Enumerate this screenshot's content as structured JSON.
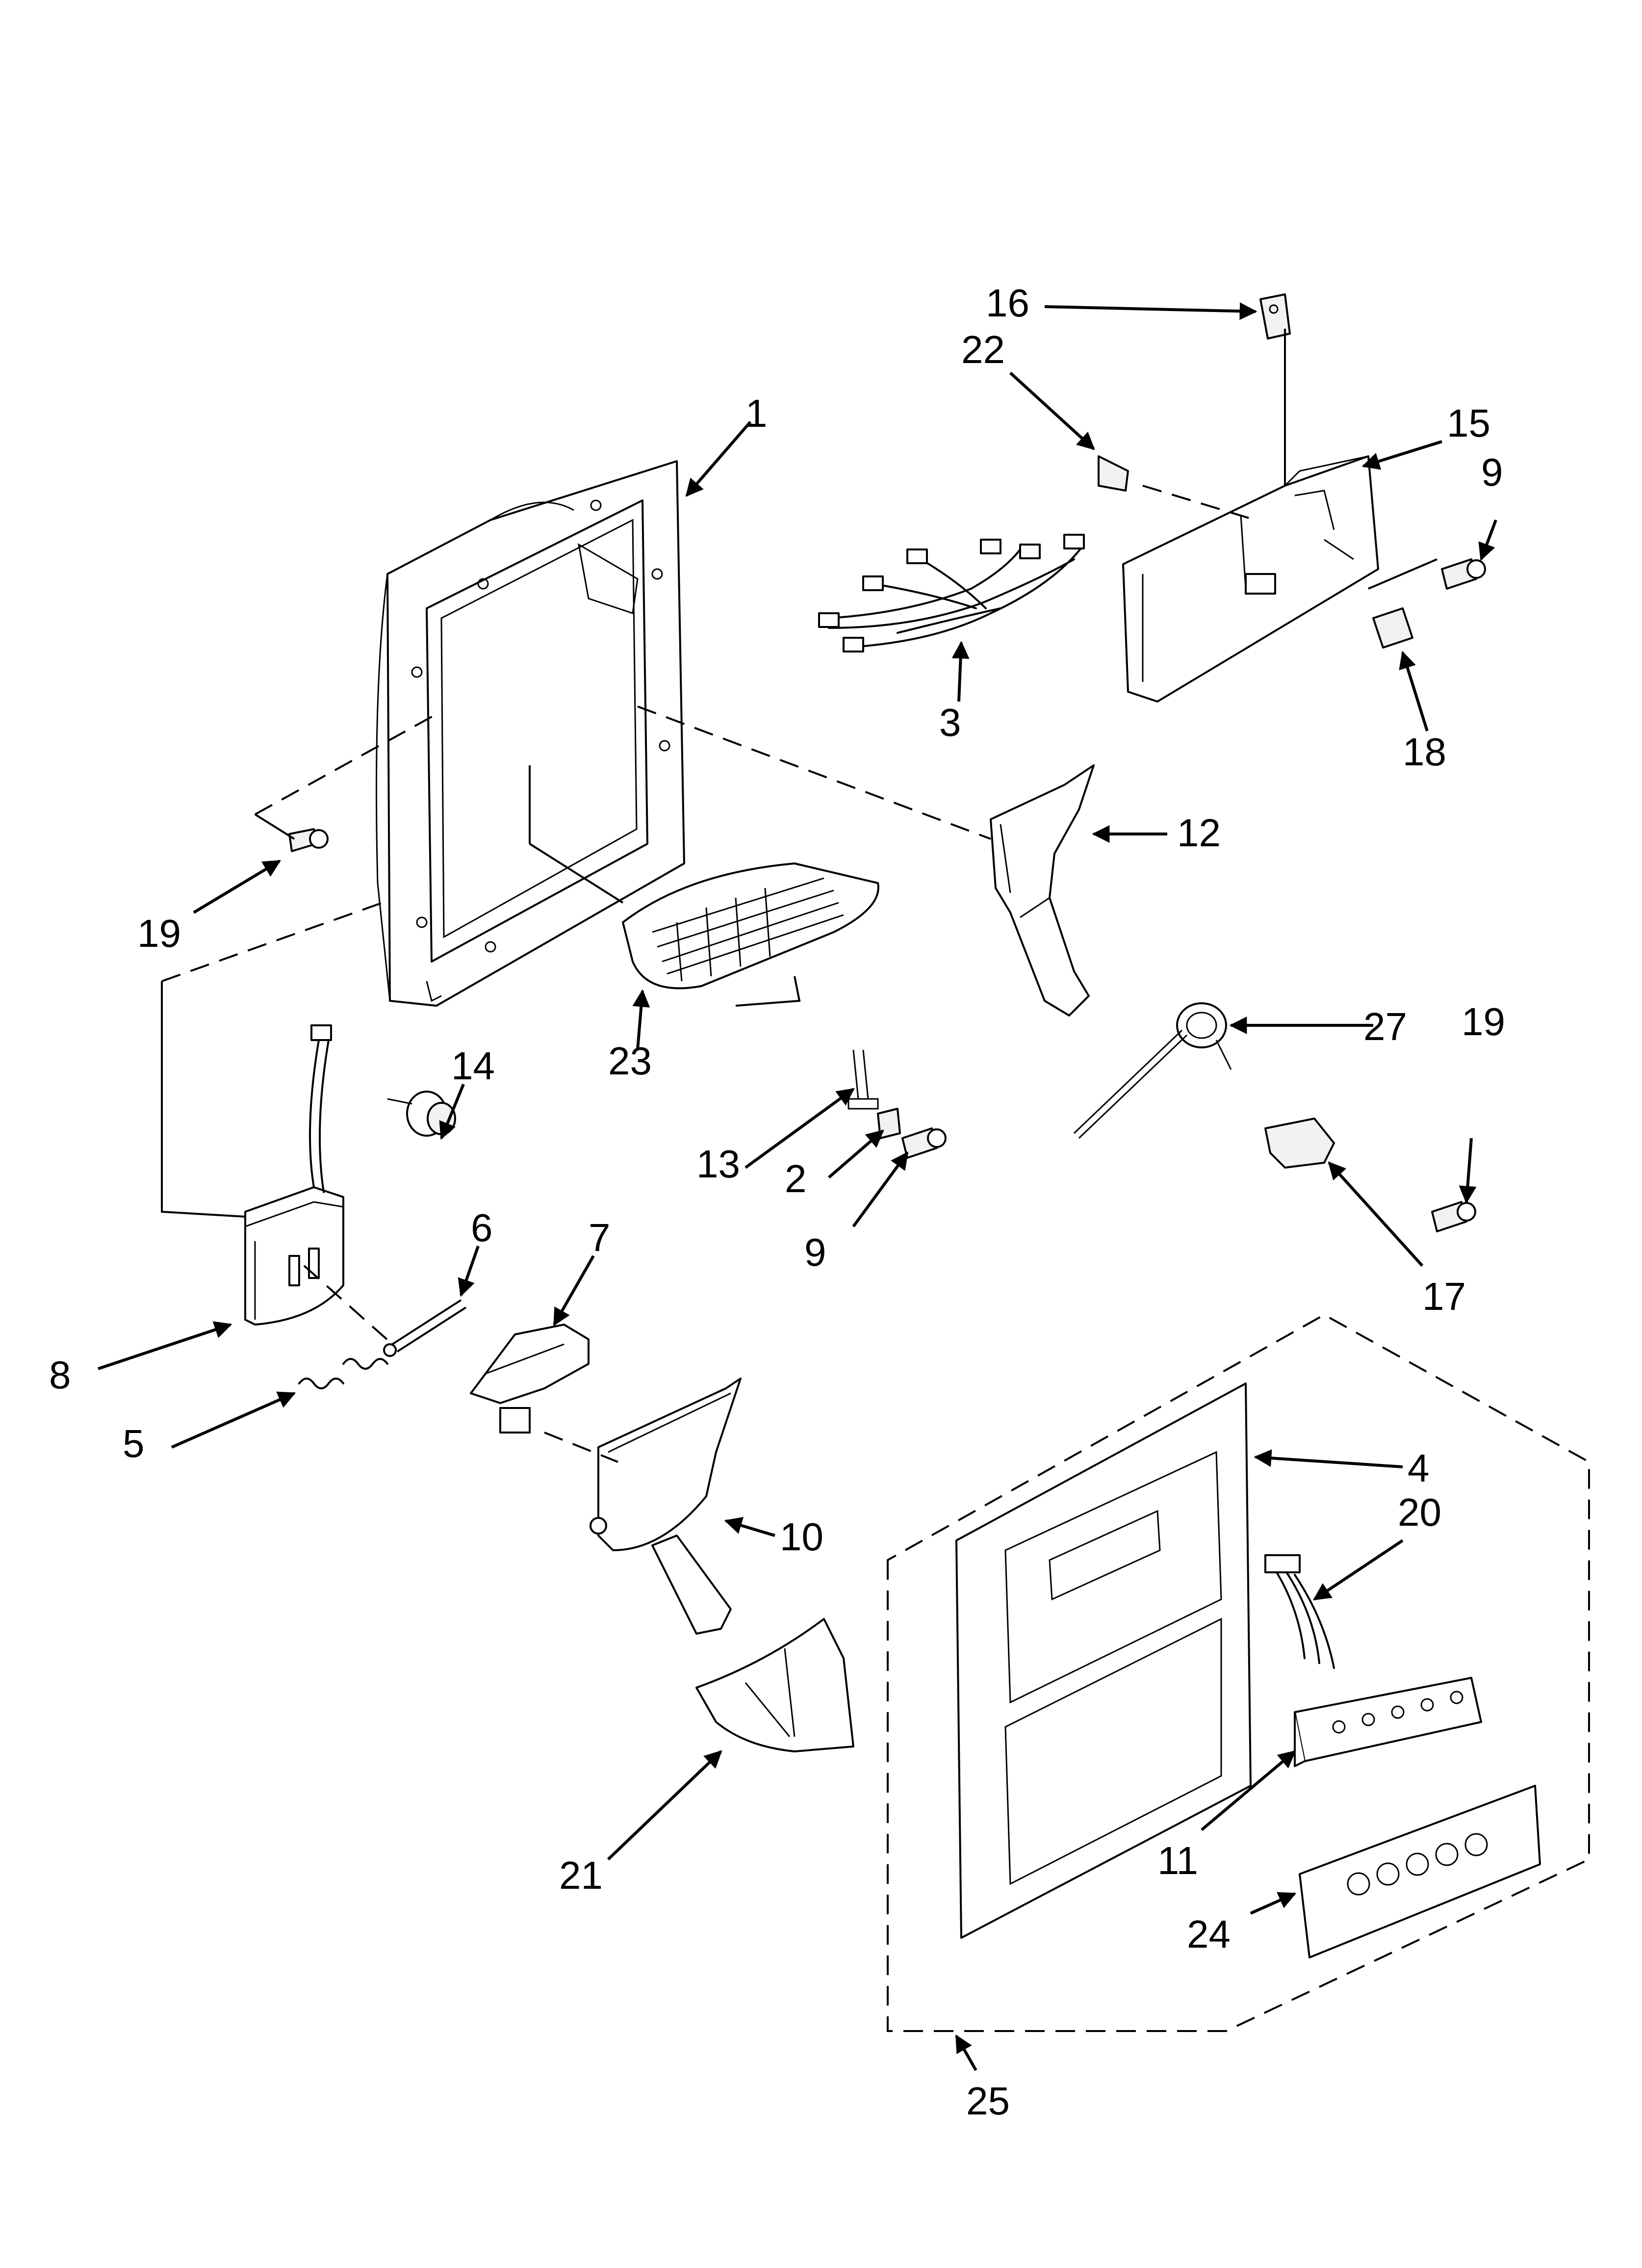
{
  "callouts": [
    {
      "id": "c1",
      "text": "1"
    },
    {
      "id": "c2",
      "text": "2"
    },
    {
      "id": "c3",
      "text": "3"
    },
    {
      "id": "c4",
      "text": "4"
    },
    {
      "id": "c5",
      "text": "5"
    },
    {
      "id": "c6",
      "text": "6"
    },
    {
      "id": "c7",
      "text": "7"
    },
    {
      "id": "c8",
      "text": "8"
    },
    {
      "id": "c9a",
      "text": "9"
    },
    {
      "id": "c9b",
      "text": "9"
    },
    {
      "id": "c10",
      "text": "10"
    },
    {
      "id": "c11",
      "text": "11"
    },
    {
      "id": "c12",
      "text": "12"
    },
    {
      "id": "c13",
      "text": "13"
    },
    {
      "id": "c14",
      "text": "14"
    },
    {
      "id": "c15",
      "text": "15"
    },
    {
      "id": "c16",
      "text": "16"
    },
    {
      "id": "c17",
      "text": "17"
    },
    {
      "id": "c18",
      "text": "18"
    },
    {
      "id": "c19a",
      "text": "19"
    },
    {
      "id": "c19b",
      "text": "19"
    },
    {
      "id": "c20",
      "text": "20"
    },
    {
      "id": "c21",
      "text": "21"
    },
    {
      "id": "c22",
      "text": "22"
    },
    {
      "id": "c23",
      "text": "23"
    },
    {
      "id": "c24",
      "text": "24"
    },
    {
      "id": "c25",
      "text": "25"
    },
    {
      "id": "c27",
      "text": "27"
    }
  ]
}
